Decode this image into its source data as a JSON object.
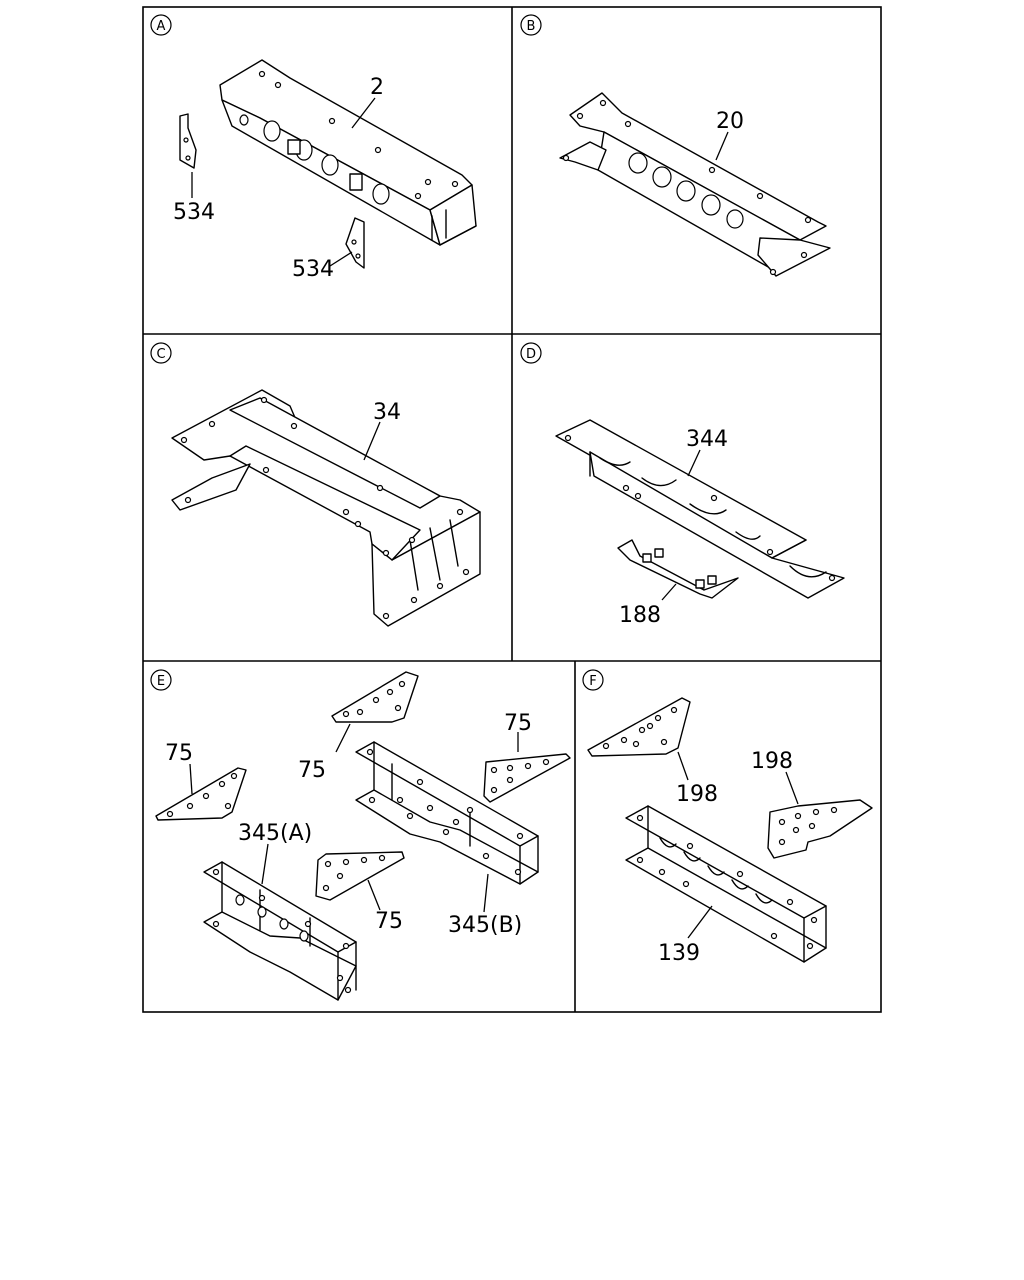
{
  "panels": [
    {
      "letter": "A",
      "labels": [
        "2",
        "534",
        "534"
      ]
    },
    {
      "letter": "B",
      "labels": [
        "20"
      ]
    },
    {
      "letter": "C",
      "labels": [
        "34"
      ]
    },
    {
      "letter": "D",
      "labels": [
        "344",
        "188"
      ]
    },
    {
      "letter": "E",
      "labels": [
        "75",
        "75",
        "75",
        "75",
        "345(A)",
        "345(B)"
      ]
    },
    {
      "letter": "F",
      "labels": [
        "198",
        "198",
        "139"
      ]
    }
  ]
}
